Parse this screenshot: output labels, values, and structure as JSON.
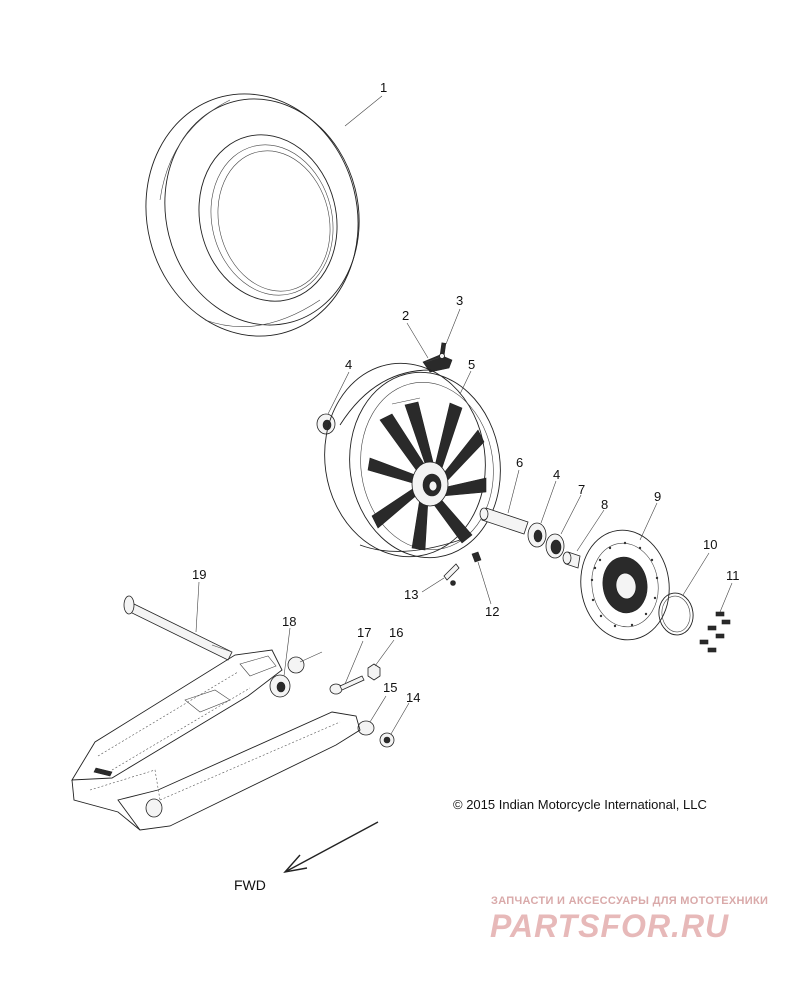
{
  "diagram": {
    "callouts": [
      {
        "id": "1",
        "label": "1"
      },
      {
        "id": "2",
        "label": "2"
      },
      {
        "id": "3",
        "label": "3"
      },
      {
        "id": "4a",
        "label": "4"
      },
      {
        "id": "5",
        "label": "5"
      },
      {
        "id": "6",
        "label": "6"
      },
      {
        "id": "4b",
        "label": "4"
      },
      {
        "id": "7",
        "label": "7"
      },
      {
        "id": "8",
        "label": "8"
      },
      {
        "id": "9",
        "label": "9"
      },
      {
        "id": "10",
        "label": "10"
      },
      {
        "id": "11",
        "label": "11"
      },
      {
        "id": "12",
        "label": "12"
      },
      {
        "id": "13",
        "label": "13"
      },
      {
        "id": "14",
        "label": "14"
      },
      {
        "id": "15",
        "label": "15"
      },
      {
        "id": "16",
        "label": "16"
      },
      {
        "id": "17",
        "label": "17"
      },
      {
        "id": "18",
        "label": "18"
      },
      {
        "id": "19",
        "label": "19"
      }
    ],
    "copyright": "© 2015 Indian Motorcycle International, LLC",
    "direction_label": "FWD"
  },
  "watermark": {
    "tagline": "ЗАПЧАСТИ И АКСЕССУАРЫ ДЛЯ МОТОТЕХНИКИ",
    "brand": "PARTSFOR.RU",
    "color": "#e7b9b9"
  }
}
